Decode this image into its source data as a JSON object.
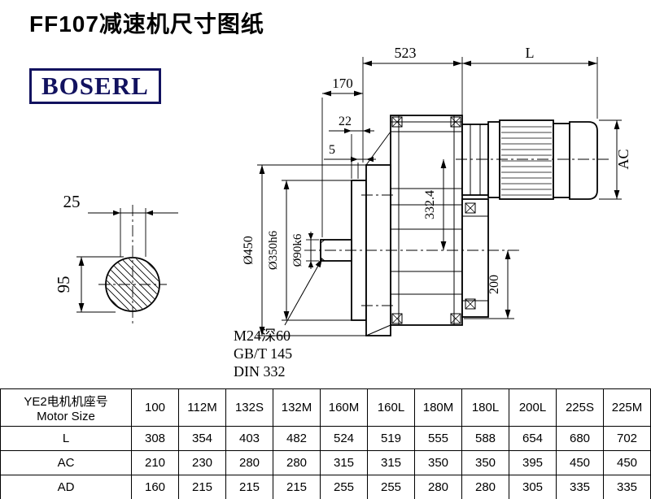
{
  "page": {
    "title": "FF107减速机尺寸图纸",
    "logo": "BOSERL",
    "line_color": "#000000",
    "logo_color": "#12125f"
  },
  "drawing": {
    "dims": {
      "housing_width": "523",
      "motor_length": "L",
      "shaft_length": "170",
      "step_22": "22",
      "step_5": "5",
      "motor_height": "AC",
      "center_height": "332.4",
      "bottom_height": "200",
      "flange_od": "Ø450",
      "spigot_d": "Ø350h6",
      "shaft_d": "Ø90k6",
      "key_width": "25",
      "key_height": "95",
      "thread": "M24深60",
      "standard1": "GB/T 145",
      "standard2": "DIN 332"
    }
  },
  "table": {
    "header_cn": "YE2电机机座号",
    "header_en": "Motor Size",
    "columns": [
      "100",
      "112M",
      "132S",
      "132M",
      "160M",
      "160L",
      "180M",
      "180L",
      "200L",
      "225S",
      "225M"
    ],
    "rows": [
      {
        "label": "L",
        "values": [
          308,
          354,
          403,
          482,
          524,
          519,
          555,
          588,
          654,
          680,
          702
        ]
      },
      {
        "label": "AC",
        "values": [
          210,
          230,
          280,
          280,
          315,
          315,
          350,
          350,
          395,
          450,
          450
        ]
      },
      {
        "label": "AD",
        "values": [
          160,
          215,
          215,
          215,
          255,
          255,
          280,
          280,
          305,
          335,
          335
        ]
      }
    ]
  }
}
